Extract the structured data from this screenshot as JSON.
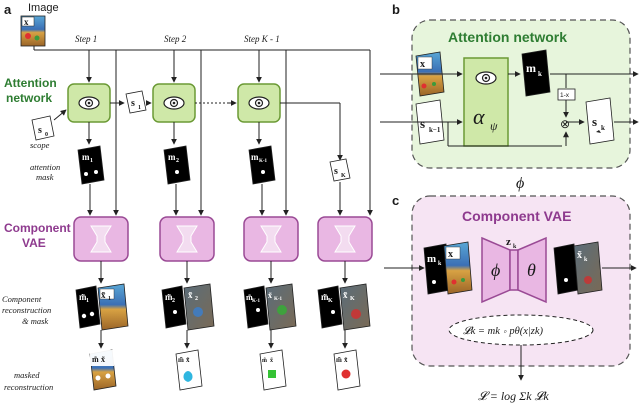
{
  "panels": {
    "a": "a",
    "b": "b",
    "c": "c"
  },
  "image_label": "Image",
  "steps": [
    "Step 1",
    "Step 2",
    "Step K - 1"
  ],
  "left_labels": {
    "attention_network": [
      "Attention",
      "network"
    ],
    "component_vae": [
      "Component",
      "VAE"
    ],
    "scope": "scope",
    "attention_mask": [
      "attention",
      "mask"
    ],
    "component_recon": [
      "Component",
      "reconstruction",
      "& mask"
    ],
    "masked_recon": [
      "masked",
      "reconstruction"
    ]
  },
  "symbols": {
    "x": "x",
    "s0": "s",
    "s0_sub": "0",
    "s1": "s",
    "s1_sub": "1",
    "sK": "s",
    "sK_sub": "K",
    "m1": "m",
    "m1_sub": "1",
    "m2": "m",
    "m2_sub": "2",
    "mK1": "m",
    "mK1_sub": "K-1",
    "m1t": "m̃",
    "m2t": "m̃",
    "mK1t": "m̃",
    "mKt": "m̃",
    "x1t": "x̃",
    "x2t": "x̃",
    "xK1t": "x̃",
    "xKt": "x̃",
    "sub1": "1",
    "sub2": "2",
    "subK1": "K-1",
    "subK": "K"
  },
  "panel_b": {
    "title": "Attention network",
    "alpha": "α",
    "alpha_sub": "ψ",
    "mk": "m",
    "mk_sub": "k",
    "skm1": "s",
    "skm1_sub": "k−1",
    "sk": "s",
    "sk_sub": "k",
    "one_minus_x": "1-x",
    "times": "⊗"
  },
  "panel_c": {
    "phi_top": "ϕ",
    "title": "Component VAE",
    "zk": "z",
    "zk_sub": "k",
    "phi": "ϕ",
    "theta": "θ",
    "mk": "m",
    "mk_sub": "k",
    "x": "x",
    "xt": "x̃",
    "xt_sub": "k",
    "loss_k": "𝓛k = mk ∘ pθ(x|zk)",
    "loss_total": "𝓛 = log Σk 𝓛k"
  },
  "colors": {
    "attention_fill": "#cfe8a8",
    "attention_stroke": "#6b9a35",
    "vae_fill": "#e9b7e3",
    "vae_stroke": "#9a4a95",
    "panel_b_bg": "#e7f5dc",
    "panel_c_bg": "#f6e4f3"
  }
}
